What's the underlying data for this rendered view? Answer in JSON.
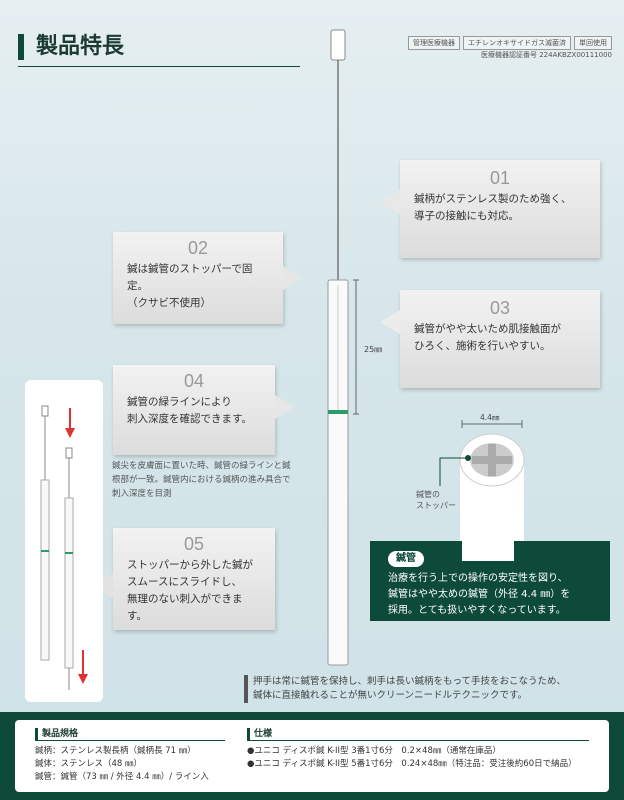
{
  "title": "製品特長",
  "badges": [
    "管理医療機器",
    "エチレンオキサイドガス滅菌済",
    "単回使用"
  ],
  "cert": "医療機器認証番号 224AKBZX00111000",
  "dimension_25": "25㎜",
  "dimension_44": "4.4㎜",
  "stopper_label": [
    "鍼管の",
    "ストッパー"
  ],
  "features": [
    {
      "num": "01",
      "lines": [
        "鍼柄がステンレス製のため強く、",
        "導子の接触にも対応。"
      ]
    },
    {
      "num": "02",
      "lines": [
        "鍼は鍼管のストッパーで固定。",
        "（クサビ不使用）"
      ]
    },
    {
      "num": "03",
      "lines": [
        "鍼管がやや太いため肌接触面が",
        "ひろく、施術を行いやすい。"
      ]
    },
    {
      "num": "04",
      "lines": [
        "鍼管の緑ラインにより",
        "刺入深度を確認できます。"
      ]
    },
    {
      "num": "05",
      "lines": [
        "ストッパーから外した鍼が",
        "スムースにスライドし、",
        "無理のない刺入ができます。"
      ]
    }
  ],
  "note": "鍼尖を皮膚面に置いた時、鍼管の緑ラインと鍼根部が一致。鍼管内における鍼柄の進み具合で刺入深度を目測",
  "tube_box": {
    "label": "鍼管",
    "lines": [
      "治療を行う上での操作の安定性を図り、",
      "鍼管はやや太めの鍼管（外径 4.4 ㎜）を",
      "採用。とても扱いやすくなっています。"
    ]
  },
  "bottom_text": [
    "押手は常に鍼管を保持し、刺手は長い鍼柄をもって手技をおこなうため、",
    "鍼体に直接触れることが無いクリーンニードルテクニックです。"
  ],
  "spec": {
    "heading": "製品規格",
    "lines": [
      "鍼柄：ステンレス製長柄（鍼柄長 71 ㎜）",
      "鍼体：ステンレス（48 ㎜）",
      "鍼管：鍼管（73 ㎜ / 外径 4.4 ㎜）/ ライン入"
    ]
  },
  "detail": {
    "heading": "仕様",
    "lines": [
      "●ユニコ ディスポ鍼 K-II型 3番1寸6分　0.2×48㎜（通常在庫品）",
      "●ユニコ ディスポ鍼 K-II型 5番1寸6分　0.24×48㎜（特注品：受注後約60日で納品）"
    ]
  },
  "colors": {
    "brand_green": "#0e4a3a",
    "line_green": "#2e9a6a",
    "arrow_red": "#d33"
  }
}
